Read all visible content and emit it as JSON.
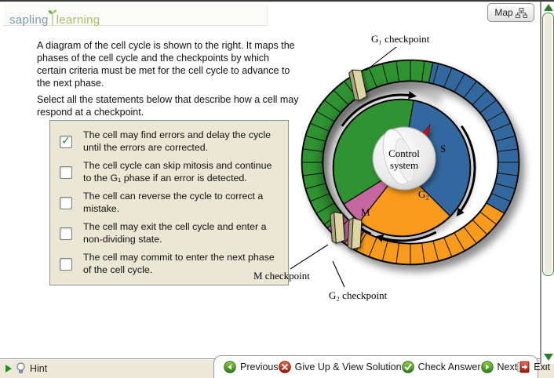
{
  "header": {
    "logo": {
      "part1": "sapling",
      "part2": "learning"
    },
    "map_button": "Map"
  },
  "question": {
    "intro": "A diagram of the cell cycle is shown to the right. It maps the phases of the cell cycle and the checkpoints by which certain criteria must be met for the cell cycle to advance to the next phase.",
    "prompt": "Select all the statements below that describe how a cell may respond at a checkpoint.",
    "options": [
      {
        "label": "The cell may find errors and delay the cycle until the errors are corrected.",
        "checked": true
      },
      {
        "label": "The cell cycle can skip mitosis and continue to the G₁ phase if an error is detected.",
        "checked": false
      },
      {
        "label": "The cell can reverse the cycle to correct a mistake.",
        "checked": false
      },
      {
        "label": "The cell may exit the cell cycle and enter a non-dividing state.",
        "checked": false
      },
      {
        "label": "The cell may commit to enter the next phase of the cell cycle.",
        "checked": false
      }
    ]
  },
  "diagram": {
    "phases": [
      {
        "label": "G₁",
        "color": "#2f9331"
      },
      {
        "label": "S",
        "color": "#33689e"
      },
      {
        "label": "G₂",
        "color": "#f89b1c"
      },
      {
        "label": "M",
        "color": "#c4679f"
      }
    ],
    "checkpoints": {
      "g1": "G₁ checkpoint",
      "m": "M checkpoint",
      "g2": "G₂ checkpoint"
    },
    "control_knob": {
      "line1": "Control",
      "line2": "system"
    },
    "gate_color": "#ddd6a4",
    "pointer_color": "#c11414"
  },
  "footer": {
    "hint": "Hint",
    "buttons": [
      {
        "label": "Previous"
      },
      {
        "label": "Give Up & View Solution"
      },
      {
        "label": "Check Answer"
      },
      {
        "label": "Next"
      },
      {
        "label": "Exit"
      }
    ]
  }
}
